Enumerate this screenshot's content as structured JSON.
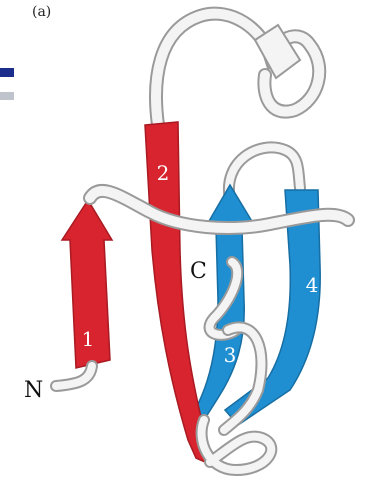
{
  "figure": {
    "panel_label": "(a)",
    "strands": [
      {
        "label": "1",
        "color": "#d8242e"
      },
      {
        "label": "2",
        "color": "#d8242e"
      },
      {
        "label": "3",
        "color": "#1f8fd2"
      },
      {
        "label": "4",
        "color": "#1f8fd2"
      }
    ],
    "termini": {
      "n": "N",
      "c": "C"
    },
    "colors": {
      "red_strand": "#d8242e",
      "blue_strand": "#1f8fd2",
      "loop_fill": "#f4f4f4",
      "loop_stroke": "#9a9a9a",
      "label_text": "#ffffff",
      "terminus_text": "#111111"
    }
  }
}
